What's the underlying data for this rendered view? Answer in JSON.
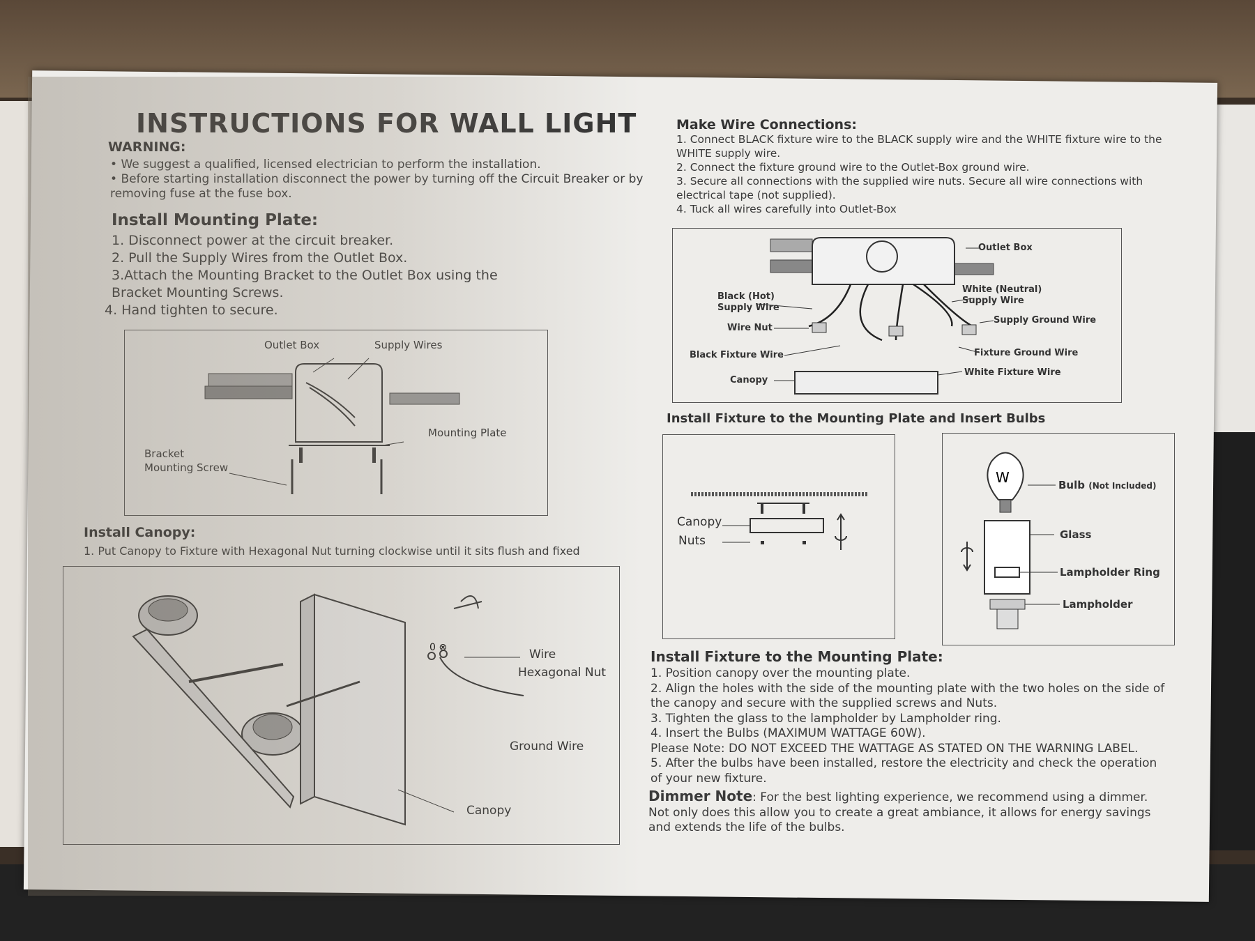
{
  "title": "INSTRUCTIONS FOR WALL LIGHT",
  "warning": {
    "heading": "WARNING:",
    "items": [
      "We suggest a qualified, licensed electrician to perform the installation.",
      "Before starting installation disconnect the power by turning off the Circuit Breaker or by removing fuse at the fuse box."
    ]
  },
  "mounting_plate": {
    "heading": "Install Mounting Plate:",
    "steps": [
      "1. Disconnect power at the circuit breaker.",
      "2. Pull the Supply Wires from the Outlet Box.",
      "3.Attach the  Mounting Bracket to the Outlet Box using the Bracket Mounting Screws.",
      "4. Hand tighten to secure."
    ],
    "diagram_labels": {
      "outlet_box": "Outlet Box",
      "supply_wires": "Supply Wires",
      "mounting_plate": "Mounting Plate",
      "bracket_screw": [
        "Bracket",
        "Mounting Screw"
      ]
    }
  },
  "canopy": {
    "heading": "Install Canopy:",
    "steps": [
      "1. Put Canopy to Fixture with Hexagonal Nut  turning clockwise until it sits flush and  fixed"
    ],
    "diagram_labels": {
      "wire": "Wire",
      "hex_nut": "Hexagonal Nut",
      "ground_wire": "Ground  Wire",
      "canopy": "Canopy"
    }
  },
  "wire_connections": {
    "heading": "Make Wire Connections:",
    "steps": [
      "1. Connect BLACK fixture wire to the BLACK supply wire and the WHITE fixture wire to the WHITE supply wire.",
      "2. Connect the fixture ground wire to the Outlet-Box ground wire.",
      "3. Secure all connections with the supplied wire nuts. Secure all wire connections with electrical tape (not supplied).",
      "4.  Tuck all wires carefully into Outlet-Box"
    ],
    "diagram_labels": {
      "outlet_box": "Outlet  Box",
      "black_hot": [
        "Black (Hot)",
        "Supply Wire"
      ],
      "white_neutral": [
        "White (Neutral)",
        "Supply Wire"
      ],
      "wire_nut": "Wire Nut",
      "supply_ground": "Supply Ground Wire",
      "black_fixture": "Black Fixture Wire",
      "fixture_ground": "Fixture Ground  Wire",
      "canopy": "Canopy",
      "white_fixture": "White Fixture Wire"
    }
  },
  "fixture_bulbs": {
    "heading": "Install Fixture to the Mounting Plate and Insert Bulbs",
    "left_labels": {
      "canopy": "Canopy",
      "nuts": "Nuts"
    },
    "right_labels": {
      "bulb": "Bulb",
      "bulb_note": "(Not Included)",
      "glass": "Glass",
      "ring": "Lampholder Ring",
      "lampholder": "Lampholder"
    }
  },
  "fixture_plate": {
    "heading": "Install Fixture to the Mounting Plate:",
    "steps": [
      "1. Position canopy over the mounting plate.",
      "2. Align the holes with the side of the mounting plate with the two holes on the side of the canopy and secure with the supplied screws and Nuts.",
      "3. Tighten the glass to the lampholder by Lampholder ring.",
      "4. Insert the Bulbs (MAXIMUM WATTAGE 60W).",
      "Please Note: DO NOT EXCEED THE WATTAGE AS STATED ON THE WARNING LABEL.",
      "5.  After the bulbs have been installed, restore the electricity and check the operation of your new fixture."
    ],
    "dimmer_heading": "Dimmer Note",
    "dimmer_text": ": For the best lighting experience, we recommend using a dimmer. Not only does this allow you to create a great ambiance, it allows for energy savings and extends the life of the bulbs."
  }
}
